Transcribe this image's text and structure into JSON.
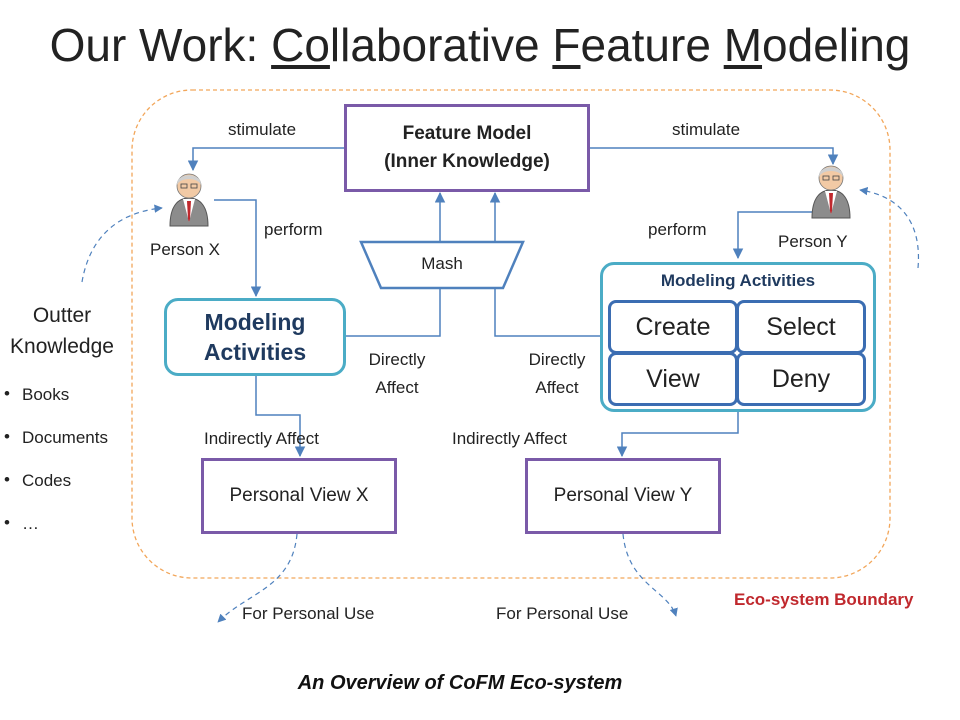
{
  "title": {
    "prefix": "Our Work: ",
    "w1_u": "Co",
    "w1_rest": "llaborative ",
    "w2_u": "F",
    "w2_rest": "eature ",
    "w3_u": "M",
    "w3_rest": "odeling"
  },
  "feature_model": {
    "line1": "Feature Model",
    "line2": "(Inner Knowledge)"
  },
  "labels": {
    "stimulate_left": "stimulate",
    "stimulate_right": "stimulate",
    "perform_left": "perform",
    "perform_right": "perform",
    "person_x": "Person X",
    "person_y": "Person Y",
    "mash": "Mash",
    "directly_affect_left_1": "Directly",
    "directly_affect_left_2": "Affect",
    "directly_affect_right_1": "Directly",
    "directly_affect_right_2": "Affect",
    "indirectly_affect_left": "Indirectly Affect",
    "indirectly_affect_right": "Indirectly Affect",
    "for_personal_use_left": "For Personal Use",
    "for_personal_use_right": "For Personal Use",
    "eco_boundary": "Eco-system Boundary",
    "caption": "An Overview of CoFM Eco-system"
  },
  "modeling_left": {
    "line1": "Modeling",
    "line2": "Activities"
  },
  "modeling_right": {
    "title": "Modeling Activities",
    "cells": [
      "Create",
      "Select",
      "View",
      "Deny"
    ]
  },
  "personal_view_x": "Personal View X",
  "personal_view_y": "Personal View Y",
  "outer_knowledge": {
    "line1": "Outter",
    "line2": "Knowledge",
    "items": [
      "Books",
      "Documents",
      "Codes",
      "…"
    ]
  },
  "colors": {
    "boundary": "#f2a65a",
    "purple": "#7a5aa8",
    "teal": "#4bacc6",
    "blue": "#3b6db2",
    "connector": "#4f81bd",
    "eco_label": "#c0282d"
  }
}
